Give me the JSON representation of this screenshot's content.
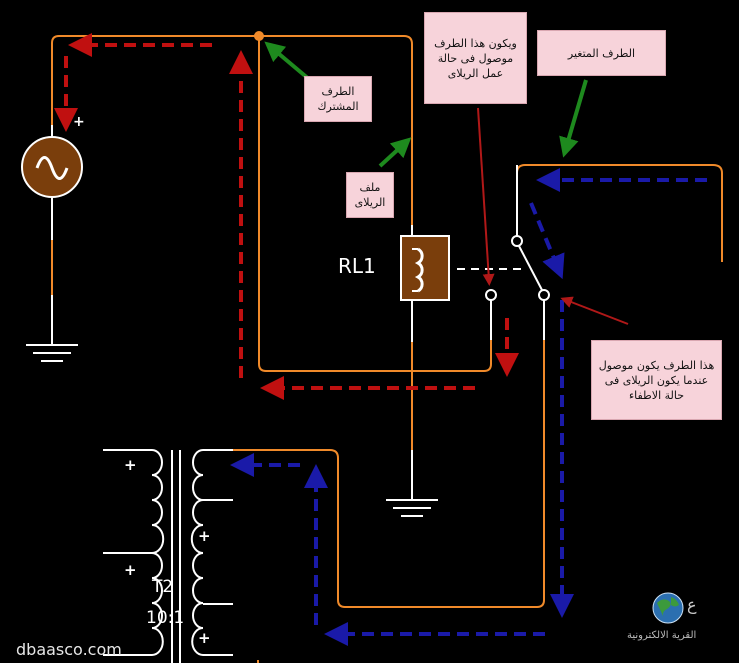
{
  "labels": {
    "relay_name": "RL1",
    "transformer_name": "T2",
    "transformer_ratio": "10:1",
    "plus": "+",
    "watermark": "dbaasco.com",
    "logo_text": "القرية الالكترونية"
  },
  "callouts": {
    "common_terminal": "الطرف المشترك",
    "relay_coil": "ملف الريلاى",
    "active_terminal": "ويكون هذا الطرف موصول فى حالة عمل الريلاى",
    "variable_terminal": "الطرف المتغير",
    "off_terminal": "هذا الطرف يكون موصول عندما يكون الريلاى فى حالة الاطفاء"
  },
  "colors": {
    "background": "#000000",
    "wire": "#f08a2a",
    "red_flow": "#c01010",
    "blue_flow": "#1a1aa8",
    "green_arrow": "#1e8a1e",
    "callout_bg": "#f7d3da",
    "component": "#7a3e0c",
    "white": "#ffffff"
  },
  "icons": {
    "ac_source": "sine-wave-icon",
    "ground": "ground-icon",
    "logo": "globe-logo-icon"
  }
}
